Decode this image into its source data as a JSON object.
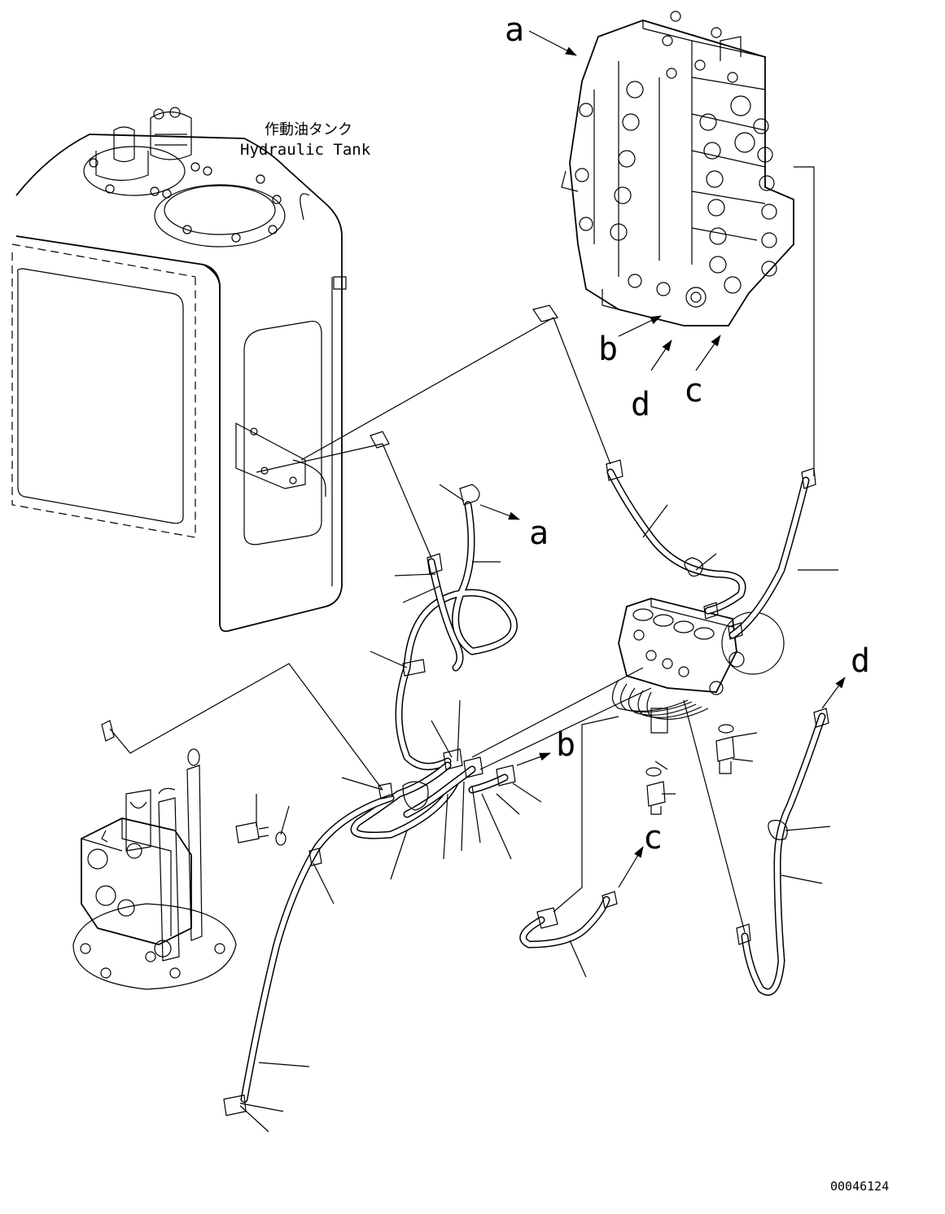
{
  "tank_label": {
    "japanese": "作動油タンク",
    "english": "Hydraulic Tank"
  },
  "callouts": {
    "a_top": "a",
    "b_top": "b",
    "c_top": "c",
    "d_top": "d",
    "a_mid": "a",
    "b_mid": "b",
    "c_mid": "c",
    "d_mid": "d"
  },
  "drawing_number": "00046124"
}
